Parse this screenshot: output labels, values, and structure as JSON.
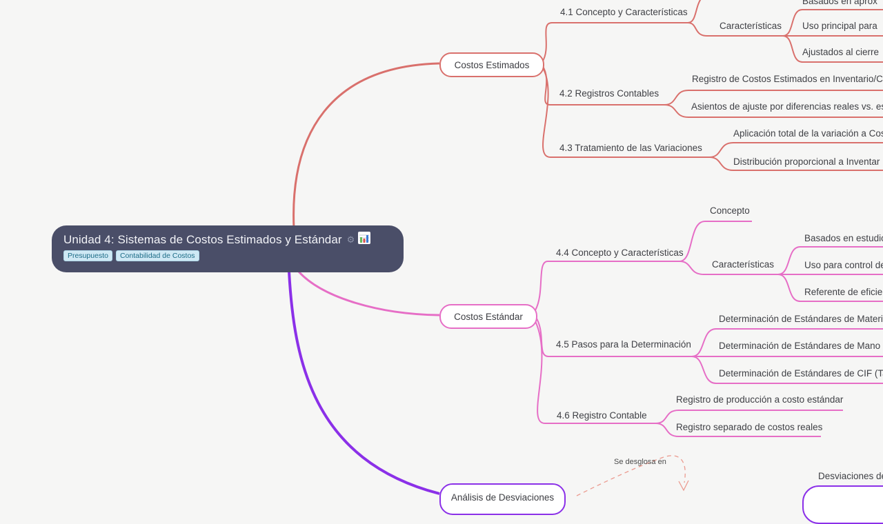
{
  "root": {
    "title": "Unidad 4: Sistemas de Costos Estimados y Estándar",
    "tags": [
      "Presupuesto",
      "Contabilidad de Costos"
    ]
  },
  "colors": {
    "estimados": "#d9706c",
    "estandar": "#e66ec6",
    "desviaciones": "#8b30e8",
    "root_bg": "#4a4e68"
  },
  "estimados": {
    "label": "Costos Estimados",
    "s41": {
      "label": "4.1 Concepto y Características",
      "caracteristicas": "Características",
      "items": [
        "Basados en aprox",
        "Uso principal para",
        "Ajustados al cierre"
      ]
    },
    "s42": {
      "label": "4.2 Registros Contables",
      "items": [
        "Registro de Costos Estimados en Inventario/Co",
        "Asientos de ajuste por diferencias reales vs. est"
      ]
    },
    "s43": {
      "label": "4.3 Tratamiento de las Variaciones",
      "items": [
        "Aplicación total de la variación a Cos",
        "Distribución proporcional a Inventar"
      ]
    }
  },
  "estandar": {
    "label": "Costos Estándar",
    "s44": {
      "label": "4.4 Concepto y Características",
      "concepto": "Concepto",
      "caracteristicas": "Características",
      "items": [
        "Basados en estudio",
        "Uso para control de",
        "Referente de eficien"
      ]
    },
    "s45": {
      "label": "4.5 Pasos para la Determinación",
      "items": [
        "Determinación de Estándares de Materia",
        "Determinación de Estándares de Mano d",
        "Determinación de Estándares de CIF (Ta"
      ]
    },
    "s46": {
      "label": "4.6 Registro Contable",
      "items": [
        "Registro de producción a costo estándar",
        "Registro separado de costos reales"
      ]
    }
  },
  "desviaciones": {
    "label": "Análisis de Desviaciones",
    "relation_label": "Se desglosa en",
    "leaf": "Desviaciones de"
  }
}
